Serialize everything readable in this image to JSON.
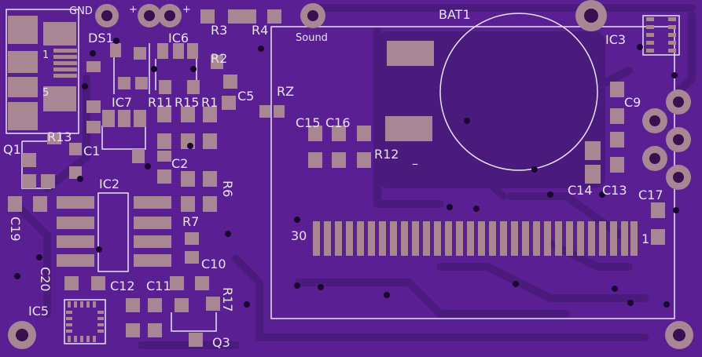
{
  "board": {
    "colors": {
      "substrate": "#5a1f93",
      "trace": "#4b1a7d",
      "pad": "#a88693",
      "silk": "#e9e2f3",
      "via": "#1a0730",
      "hole": "#3a1050"
    },
    "labels": {
      "gnd": "GND",
      "plus1": "+",
      "plus2": "+",
      "ds1": "DS1",
      "ic6": "IC6",
      "r3": "R3",
      "r4": "R4",
      "sound": "Sound",
      "bat1": "BAT1",
      "ic3": "IC3",
      "r2": "R2",
      "ic7": "IC7",
      "r11": "R11",
      "r15": "R15",
      "r1": "R1",
      "c5": "C5",
      "rz": "RZ",
      "c9": "C9",
      "c15": "C15",
      "c16": "C16",
      "r13": "R13",
      "q1": "Q1",
      "c1": "C1",
      "c2": "C2",
      "r12": "R12",
      "minus": "–",
      "c14": "C14",
      "c13": "C13",
      "ic2": "IC2",
      "r6": "R6",
      "c17": "C17",
      "c19": "C19",
      "r7": "R7",
      "pin30": "30",
      "pin1": "1",
      "c10": "C10",
      "c20": "C20",
      "c12": "C12",
      "c11": "C11",
      "r17": "R17",
      "ic5": "IC5",
      "q3": "Q3",
      "one": "1",
      "five": "5"
    }
  }
}
